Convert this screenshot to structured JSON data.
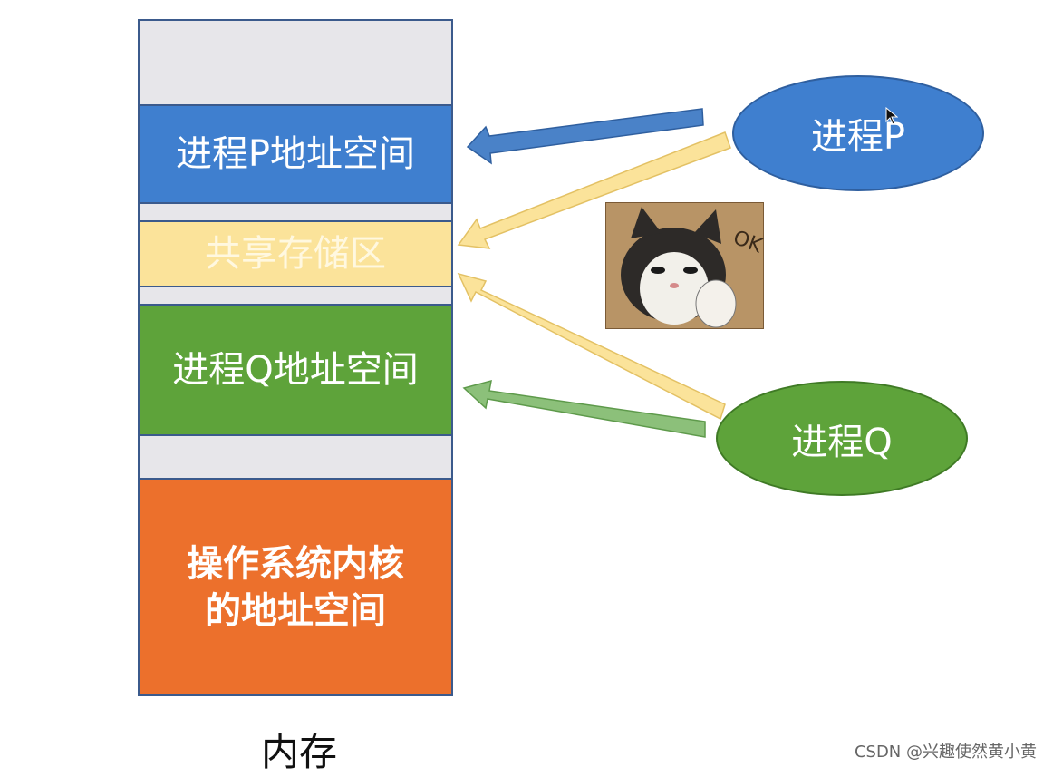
{
  "memory": {
    "caption": "内存",
    "segments": {
      "process_p": "进程P地址空间",
      "shared": "共享存储区",
      "process_q": "进程Q地址空间",
      "kernel": "操作系统内核\n的地址空间"
    }
  },
  "processes": {
    "p": "进程P",
    "q": "进程Q"
  },
  "image": {
    "cat_text": "OK"
  },
  "watermark": "CSDN @兴趣使然黄小黄",
  "colors": {
    "blue": "#3f7fcf",
    "yellow": "#fbe39a",
    "green": "#5ea33a",
    "orange": "#ec702c",
    "gray": "#e7e6ea"
  }
}
